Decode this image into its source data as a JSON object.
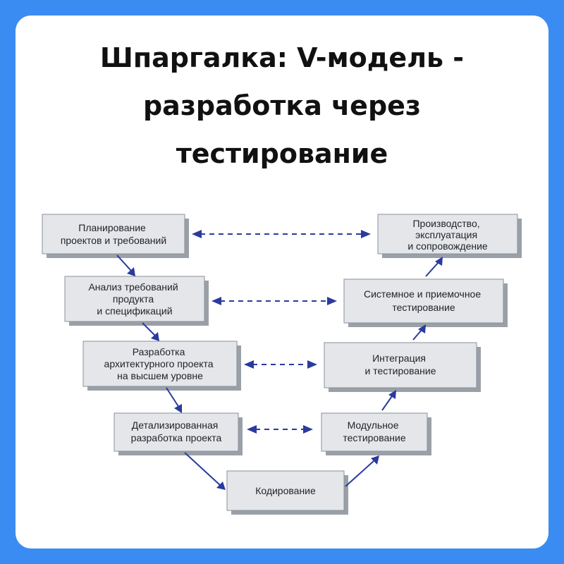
{
  "title_lines": [
    "Шпаргалка: V-модель -",
    "разработка через",
    "тестирование"
  ],
  "colors": {
    "background": "#3b8cf2",
    "card": "#ffffff",
    "arrow": "#2a3a9e",
    "box": "#e4e6ea"
  },
  "left_boxes": [
    {
      "lines": [
        "Планирование",
        "проектов и требований"
      ]
    },
    {
      "lines": [
        "Анализ требований",
        "продукта",
        "и спецификаций"
      ]
    },
    {
      "lines": [
        "Разработка",
        "архитектурного проекта",
        "на высшем уровне"
      ]
    },
    {
      "lines": [
        "Детализированная",
        "разработка проекта"
      ]
    }
  ],
  "right_boxes": [
    {
      "lines": [
        "Производство,",
        "эксплуатация",
        "и сопровождение"
      ]
    },
    {
      "lines": [
        "Системное и приемочное",
        "тестирование"
      ]
    },
    {
      "lines": [
        "Интеграция",
        "и тестирование"
      ]
    },
    {
      "lines": [
        "Модульное",
        "тестирование"
      ]
    }
  ],
  "bottom_box": {
    "lines": [
      "Кодирование"
    ]
  }
}
